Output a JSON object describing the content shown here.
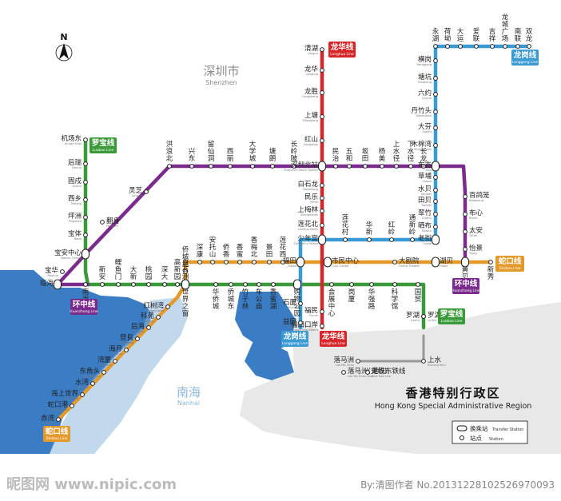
{
  "north_label": "N",
  "city": {
    "zh": "深圳市",
    "en": "Shenzhen"
  },
  "sea": {
    "zh": "南海",
    "en": "Nanhai"
  },
  "hk": {
    "zh": "香港特别行政区",
    "en": "Hong Kong Special Administrative Region"
  },
  "legend": {
    "transfer_zh": "换乘站",
    "transfer_en": "Transfer Station",
    "station_zh": "站点",
    "station_en": "Station"
  },
  "watermark": {
    "left": "昵图网 www.nipic.com",
    "right": "By:清图作者 No.20131228102526970093"
  },
  "colors": {
    "luobao": "#3a9a3a",
    "shekou": "#e49a2a",
    "longhua": "#d7262a",
    "huanzhong": "#7a2b8c",
    "longgang": "#3a9bd4",
    "kcr": "#999999",
    "water": "#3b7dc4",
    "hk_land": "#e8e8e8"
  },
  "lines": {
    "luobao_n": {
      "zh": "罗宝线",
      "en": "Luobao Line"
    },
    "luobao_s": {
      "zh": "罗宝线",
      "en": "Luobao Line"
    },
    "longhua_n": {
      "zh": "龙华线",
      "en": "Longhua Line"
    },
    "longhua_s": {
      "zh": "龙华线",
      "en": "Longhua Line"
    },
    "longgang_n": {
      "zh": "龙岗线",
      "en": "Longgang Line"
    },
    "longgang_s": {
      "zh": "龙岗线",
      "en": "Longgang Line"
    },
    "huanzhong_w": {
      "zh": "环中线",
      "en": "Huanzhong Line"
    },
    "huanzhong_e": {
      "zh": "环中线",
      "en": "Huanzhong Line"
    },
    "shekou_e": {
      "zh": "蛇口线",
      "en": "Shekou Line"
    },
    "shekou_w": {
      "zh": "蛇口线",
      "en": "Shekou Line"
    }
  },
  "stations": {
    "luobao_n": [
      {
        "zh": "机场东",
        "en": "Airport East"
      },
      {
        "zh": "后瑞",
        "en": "Hourui"
      },
      {
        "zh": "固戍",
        "en": "Gushu"
      },
      {
        "zh": "西乡",
        "en": "Xixiang"
      },
      {
        "zh": "坪洲",
        "en": "Pingzhou"
      },
      {
        "zh": "宝体",
        "en": "Baoti"
      }
    ],
    "huanzhong_diag": [
      {
        "zh": "灵芝",
        "en": "Lingzhi"
      },
      {
        "zh": "翻身",
        "en": "Fanshen"
      }
    ],
    "west": [
      {
        "zh": "宝安中心",
        "en": "Bao'an Center"
      },
      {
        "zh": "宝华",
        "en": "Baohua"
      },
      {
        "zh": "临海",
        "en": "Linhai"
      },
      {
        "zh": "南海湾",
        "en": "Qianhaiwan"
      }
    ],
    "luohu_main": [
      {
        "zh": "新安",
        "en": "Xin'an"
      },
      {
        "zh": "鲤鱼门",
        "en": "Liyumen"
      },
      {
        "zh": "大新",
        "en": "Daxin"
      },
      {
        "zh": "桃园",
        "en": "Taoyuan"
      },
      {
        "zh": "深大",
        "en": "Shenda"
      },
      {
        "zh": "高新园",
        "en": "Hi-Tech Park"
      },
      {
        "zh": "白石洲",
        "en": "Baishizhou"
      },
      {
        "zh": "世界之窗",
        "en": "Window of the World"
      },
      {
        "zh": "华侨城",
        "en": "OCT"
      },
      {
        "zh": "侨城东",
        "en": "Qiaocheng East"
      },
      {
        "zh": "竹子林",
        "en": "Zhuzilin"
      },
      {
        "zh": "车公庙",
        "en": "Chegongmiao"
      },
      {
        "zh": "香蜜湖",
        "en": "Xiangmihu"
      },
      {
        "zh": "购物公园",
        "en": "Shopping Park"
      },
      {
        "zh": "会展中心",
        "en": "Convention Center"
      },
      {
        "zh": "岗厦",
        "en": "Gangxia"
      },
      {
        "zh": "华强路",
        "en": "Huaqiang Rd"
      },
      {
        "zh": "科学馆",
        "en": "Science Museum"
      },
      {
        "zh": "国贸",
        "en": "Guomao"
      },
      {
        "zh": "罗湖",
        "en": "Luohu"
      }
    ],
    "shekou_main": [
      {
        "zh": "侨城北",
        "en": "Qiaocheng North"
      },
      {
        "zh": "深康",
        "en": "Shenkang"
      },
      {
        "zh": "安托山",
        "en": "Antuo Hill"
      },
      {
        "zh": "侨香",
        "en": "Qiaoxiang"
      },
      {
        "zh": "香蜜",
        "en": "Xiangmi"
      },
      {
        "zh": "香梅北",
        "en": "Xiangmei North"
      },
      {
        "zh": "景田",
        "en": "Jingtian"
      },
      {
        "zh": "莲花西",
        "en": "Lianhua West"
      },
      {
        "zh": "福田",
        "en": "Futian"
      },
      {
        "zh": "市民中心",
        "en": "Civic Center"
      },
      {
        "zh": "大剧院",
        "en": "Grand Theater"
      },
      {
        "zh": "湖贝",
        "en": "Hubei"
      },
      {
        "zh": "黄贝岭",
        "en": "Huangbeiling"
      },
      {
        "zh": "新秀",
        "en": "Xinxiu"
      }
    ],
    "shekou_branch": [
      {
        "zh": "红树湾",
        "en": "Hongshuwan"
      },
      {
        "zh": "科苑",
        "en": "Keyuan"
      },
      {
        "zh": "后海",
        "en": "Houhai"
      },
      {
        "zh": "登良",
        "en": "Dengliang"
      },
      {
        "zh": "海月",
        "en": "Haiyue"
      },
      {
        "zh": "湾厦",
        "en": "Wanxia"
      },
      {
        "zh": "东角头",
        "en": "Dongjiaotou"
      },
      {
        "zh": "水湾",
        "en": "Shuiwan"
      },
      {
        "zh": "海上世界",
        "en": "Sea World"
      },
      {
        "zh": "蛇口港",
        "en": "Shekou Port"
      },
      {
        "zh": "赤湾",
        "en": "Chiwan"
      }
    ],
    "longhua": [
      {
        "zh": "清湖",
        "en": "Qinghu"
      },
      {
        "zh": "龙华",
        "en": "Longhua"
      },
      {
        "zh": "龙胜",
        "en": "Longsheng"
      },
      {
        "zh": "上塘",
        "en": "Shangtang"
      },
      {
        "zh": "红山",
        "en": "Hongshan"
      },
      {
        "zh": "深圳北站",
        "en": "Shenzhen North Station"
      },
      {
        "zh": "白石龙",
        "en": "Baishilong"
      },
      {
        "zh": "民乐",
        "en": "Minle"
      },
      {
        "zh": "上梅林",
        "en": "Shangmeilin"
      },
      {
        "zh": "莲花北",
        "en": "Lianhua North"
      },
      {
        "zh": "少年宫",
        "en": "Children's Palace"
      },
      {
        "zh": "福民",
        "en": "Fumin"
      },
      {
        "zh": "福田口岸",
        "en": "Futian Checkpoint"
      }
    ],
    "huanzhong_top": [
      {
        "zh": "洪浪北",
        "en": "Honglang North"
      },
      {
        "zh": "兴东",
        "en": "Xingdong"
      },
      {
        "zh": "留仙洞",
        "en": "Liuxiandong"
      },
      {
        "zh": "西丽",
        "en": "Xili"
      },
      {
        "zh": "大学城",
        "en": "University Town"
      },
      {
        "zh": "塘朗",
        "en": "Tanglang"
      },
      {
        "zh": "长岭陂",
        "en": "Changlingpi"
      },
      {
        "zh": "民治",
        "en": "Minzhi"
      },
      {
        "zh": "五和",
        "en": "Wuhe"
      },
      {
        "zh": "坂田",
        "en": "Bantian"
      },
      {
        "zh": "杨美",
        "en": "Yangmei"
      },
      {
        "zh": "上水径",
        "en": "Shangshuijing"
      },
      {
        "zh": "下水径",
        "en": "Xiashuijing"
      },
      {
        "zh": "长龙",
        "en": "Changlong"
      }
    ],
    "huanzhong_east": [
      {
        "zh": "百鸽笼",
        "en": "Baigelong"
      },
      {
        "zh": "布心",
        "en": "Buxin"
      },
      {
        "zh": "太安",
        "en": "Tai'an"
      },
      {
        "zh": "怡景",
        "en": "Yijing"
      }
    ],
    "longgang_ns": [
      {
        "zh": "横岗",
        "en": "Henggang"
      },
      {
        "zh": "塘坑",
        "en": "Tangkeng"
      },
      {
        "zh": "六约",
        "en": "Liuyue"
      },
      {
        "zh": "丹竹头",
        "en": "Danzhutou"
      },
      {
        "zh": "大芬",
        "en": "Dafen"
      },
      {
        "zh": "木棉湾",
        "en": "Mumianwan"
      },
      {
        "zh": "布吉",
        "en": "Buji"
      },
      {
        "zh": "草埔",
        "en": "Caopu"
      },
      {
        "zh": "水贝",
        "en": "Shuibei"
      },
      {
        "zh": "田贝",
        "en": "Tianbei"
      },
      {
        "zh": "翠竹",
        "en": "Cuizhu"
      },
      {
        "zh": "晒布",
        "en": "Shaibu"
      },
      {
        "zh": "老街",
        "en": "Laojie"
      }
    ],
    "longgang_w": [
      {
        "zh": "通新岭",
        "en": "Tongxinling"
      },
      {
        "zh": "红岭",
        "en": "Hongling"
      },
      {
        "zh": "华新",
        "en": "Huaxin"
      },
      {
        "zh": "莲花村",
        "en": "Lianhuacun"
      },
      {
        "zh": "石厦",
        "en": "Shixia"
      },
      {
        "zh": "益田",
        "en": "Yitian"
      }
    ],
    "longgang_top": [
      {
        "zh": "永湖",
        "en": "Yonghu"
      },
      {
        "zh": "荷坳",
        "en": "He'ao"
      },
      {
        "zh": "大运",
        "en": "Universiade"
      },
      {
        "zh": "爱联",
        "en": "Ailian"
      },
      {
        "zh": "吉祥",
        "en": "Jixiang"
      },
      {
        "zh": "龙城广场",
        "en": "Longcheng Sq"
      },
      {
        "zh": "南联",
        "en": "Nanlian"
      },
      {
        "zh": "双龙",
        "en": "Shuanglong"
      }
    ],
    "hk": [
      {
        "zh": "罗湖",
        "en": "Lo Wu"
      },
      {
        "zh": "落马洲",
        "en": "Lok Ma Chau"
      },
      {
        "zh": "落马洲(支线)",
        "en": "Lok Ma Chau Spur"
      },
      {
        "zh": "港铁东铁线",
        "en": "East Rail Line"
      },
      {
        "zh": "上水",
        "en": "Sheung Shui"
      }
    ]
  }
}
